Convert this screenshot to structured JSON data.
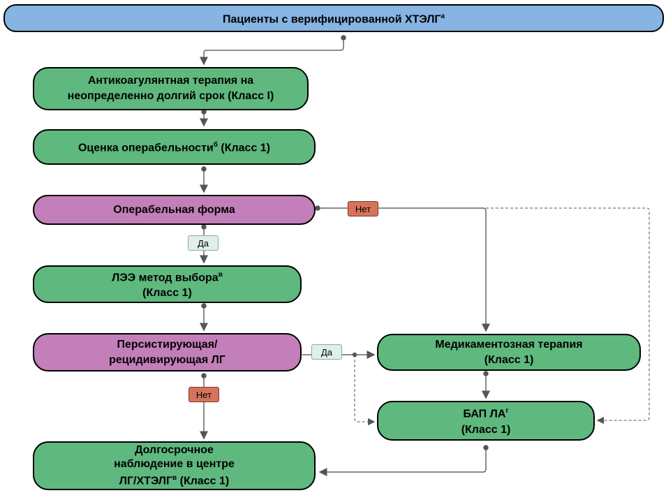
{
  "nodes": {
    "patients": {
      "text": "Пациенты с верифицированной ХТЭЛГ",
      "sup": "а"
    },
    "anticoag": {
      "line1": "Антикоагулянтная терапия на",
      "line2": "неопределенно долгий срок (Класс I)"
    },
    "operability": {
      "pre": "Оценка операбельности",
      "sup": "б",
      "post": " (Класс 1)"
    },
    "operable": {
      "text": "Операбельная форма"
    },
    "lee": {
      "pre": "ЛЭЭ метод выбора",
      "sup": "в",
      "line2": "(Класс 1)"
    },
    "persistent": {
      "line1": "Персистирующая/",
      "line2": "рецидивирующая ЛГ"
    },
    "medical": {
      "line1": "Медикаментозная терапия",
      "line2": "(Класс 1)"
    },
    "bap": {
      "pre": "БАП ЛА",
      "sup": "г",
      "line2": "(Класс 1)"
    },
    "longterm": {
      "line1": "Долгосрочное",
      "line2": "наблюдение в центре",
      "line3pre": "ЛГ/ХТЭЛГ",
      "sup": "в",
      "line3post": " (Класс 1)"
    }
  },
  "labels": {
    "no_top": "Нет",
    "yes_mid": "Да",
    "yes_right": "Да",
    "no_bottom": "Нет"
  },
  "colors": {
    "green": "#5fb87e",
    "pink": "#c37fb9",
    "blue": "#86b4e3",
    "no_tag": "#d6735c",
    "yes_tag": "#dff0e6"
  }
}
